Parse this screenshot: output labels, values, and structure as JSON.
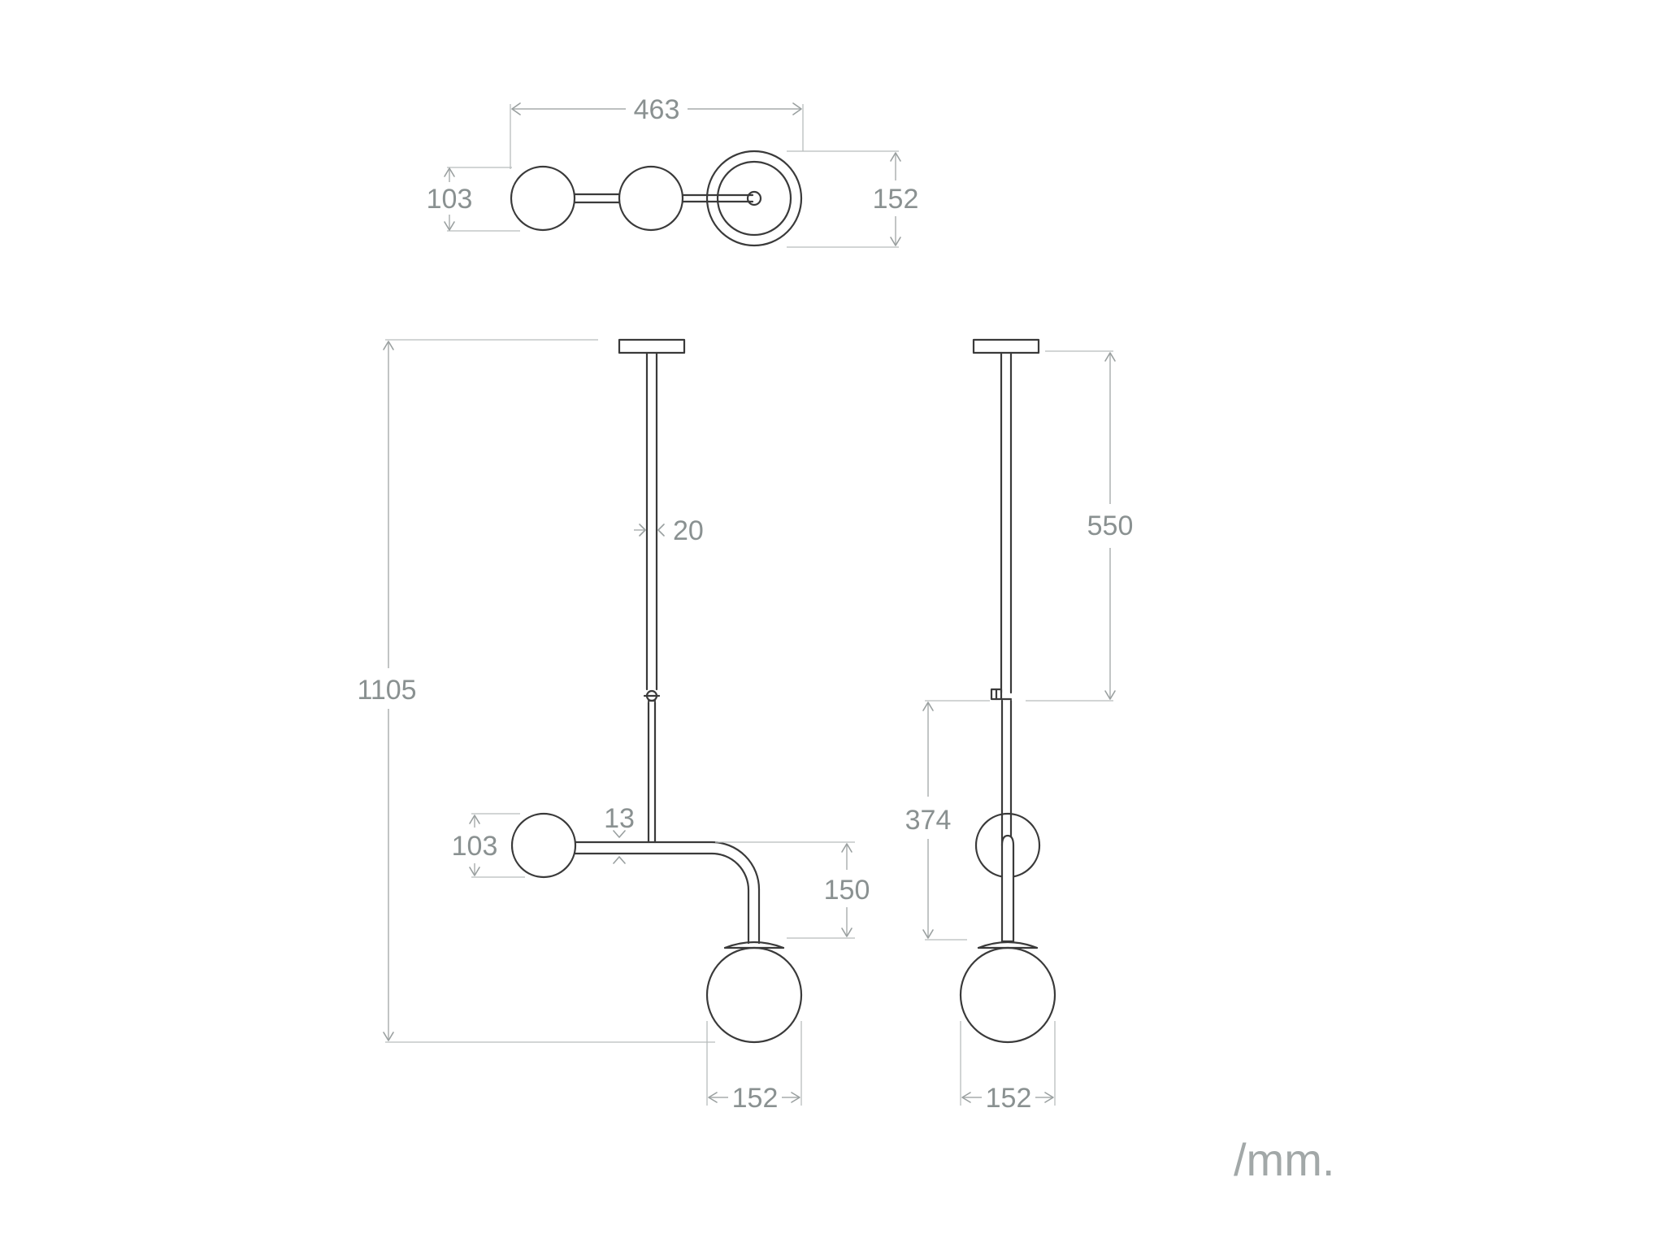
{
  "unit_label": "/mm.",
  "top_view": {
    "width_label": "463",
    "globe_label": "103",
    "canopy_label": "152"
  },
  "front_view": {
    "height_label": "1105",
    "rod_label": "20",
    "arm_label": "13",
    "side_globe_label": "103",
    "drop_label": "150",
    "globe_label": "152"
  },
  "side_view": {
    "upper_rod_label": "550",
    "lower_rod_label": "374",
    "globe_label": "152"
  },
  "colors": {
    "line": "#3a3a3a",
    "dimension": "#a7acac",
    "text": "#8a9191"
  }
}
